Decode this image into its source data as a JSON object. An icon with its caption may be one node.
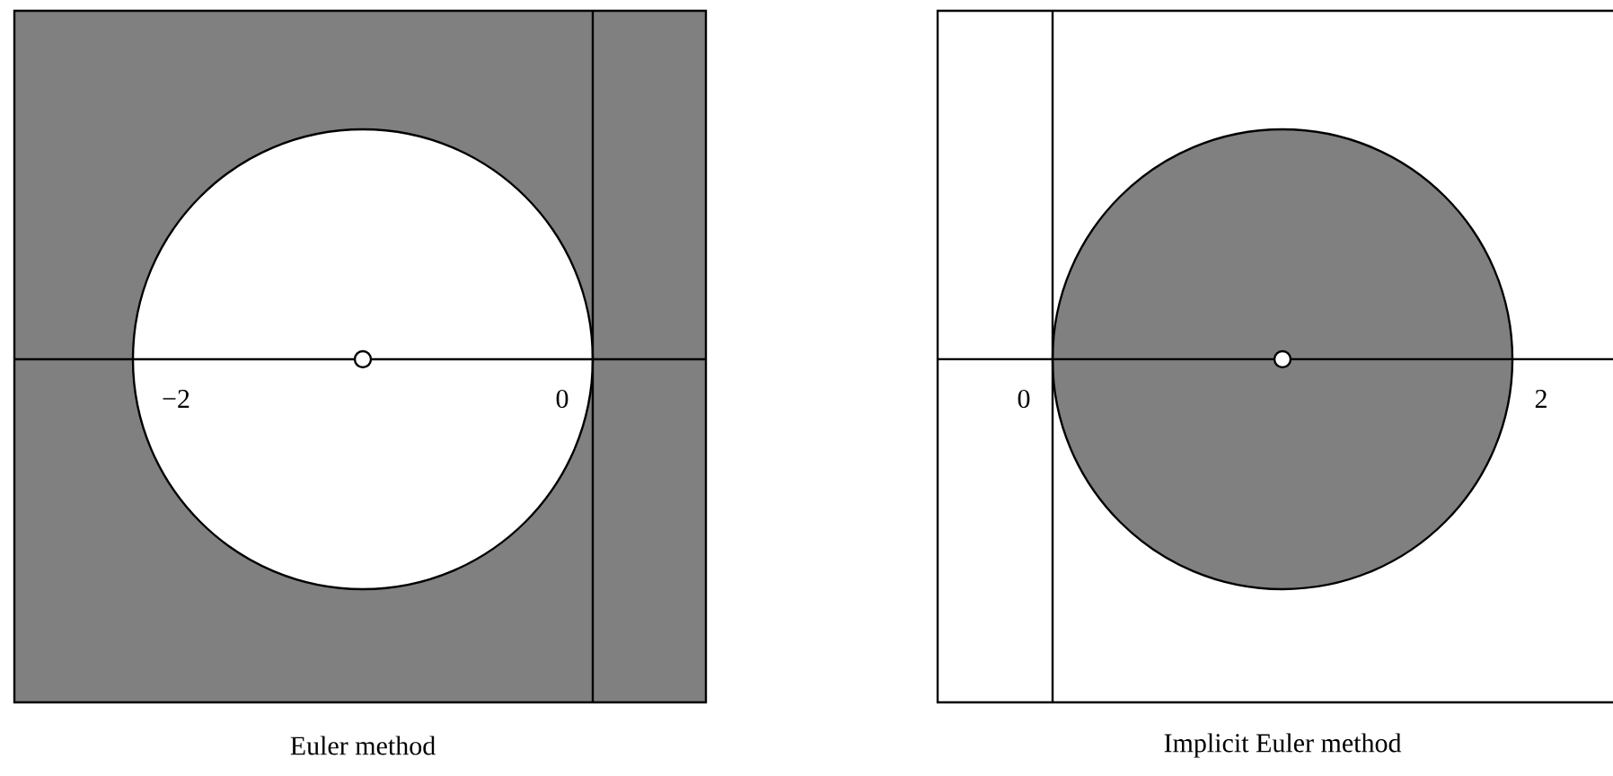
{
  "diagram": {
    "labels": [
      "−2",
      "0",
      "0",
      "2",
      "Euler method",
      "Implicit Euler method"
    ]
  }
}
